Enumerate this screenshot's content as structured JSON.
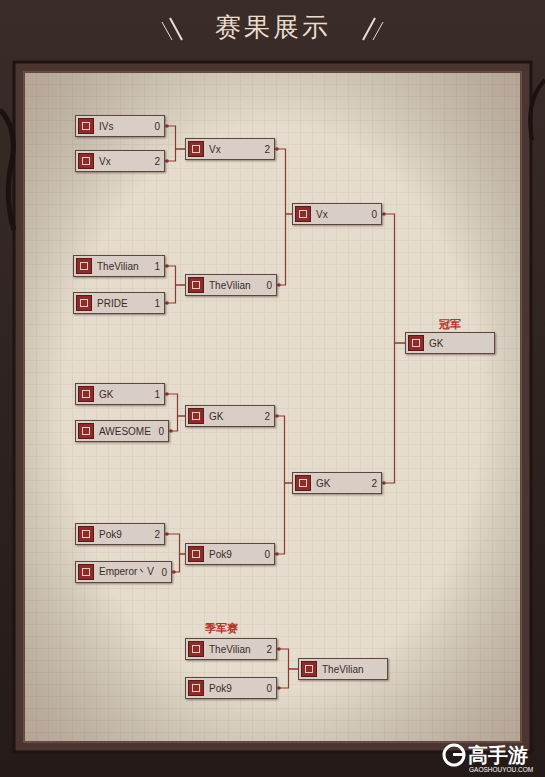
{
  "diagram": {
    "title": "赛果展示",
    "nodes": [
      {
        "text": [
          "IVs",
          "0"
        ]
      },
      {
        "text": [
          "Vx",
          "2"
        ]
      },
      {
        "text": [
          "Vx",
          "2"
        ]
      },
      {
        "text": [
          "Vx",
          "0"
        ]
      },
      {
        "text": [
          "TheVilian",
          "1"
        ]
      },
      {
        "text": [
          "PRIDE",
          "1"
        ]
      },
      {
        "text": [
          "TheVilian",
          "0"
        ]
      },
      {
        "text": [
          "冠军",
          "GK"
        ]
      },
      {
        "text": [
          "GK",
          "1"
        ]
      },
      {
        "text": [
          "AWESOME",
          "0"
        ]
      },
      {
        "text": [
          "GK",
          "2"
        ]
      },
      {
        "text": [
          "GK",
          "2"
        ]
      },
      {
        "text": [
          "Pok9",
          "2"
        ]
      },
      {
        "text": [
          "Emperor丶V",
          "0"
        ]
      },
      {
        "text": [
          "Pok9",
          "0"
        ]
      },
      {
        "text": [
          "TheVilian",
          "2"
        ]
      },
      {
        "text": [
          "Pok9",
          "0"
        ]
      },
      {
        "text": [
          "TheVilian"
        ]
      }
    ],
    "edges": [
      {
        "from": 0,
        "to": 2,
        "arrow": "none"
      },
      {
        "from": 1,
        "to": 2,
        "arrow": "none"
      },
      {
        "from": 2,
        "to": 3,
        "arrow": "none"
      },
      {
        "from": 4,
        "to": 6,
        "arrow": "none"
      },
      {
        "from": 5,
        "to": 6,
        "arrow": "none"
      },
      {
        "from": 6,
        "to": 3,
        "arrow": "none"
      },
      {
        "from": 3,
        "to": 7,
        "arrow": "none"
      },
      {
        "from": 8,
        "to": 10,
        "arrow": "none"
      },
      {
        "from": 9,
        "to": 10,
        "arrow": "none"
      },
      {
        "from": 10,
        "to": 11,
        "arrow": "none"
      },
      {
        "from": 12,
        "to": 14,
        "arrow": "none"
      },
      {
        "from": 13,
        "to": 14,
        "arrow": "none"
      },
      {
        "from": 14,
        "to": 11,
        "arrow": "none"
      },
      {
        "from": 11,
        "to": 7,
        "arrow": "none"
      },
      {
        "from": 15,
        "to": 17,
        "arrow": "none"
      },
      {
        "from": 16,
        "to": 17,
        "arrow": "none"
      }
    ],
    "labels": [
      "季军赛",
      "高手游",
      "GAOSHOUYOU.COM"
    ]
  }
}
